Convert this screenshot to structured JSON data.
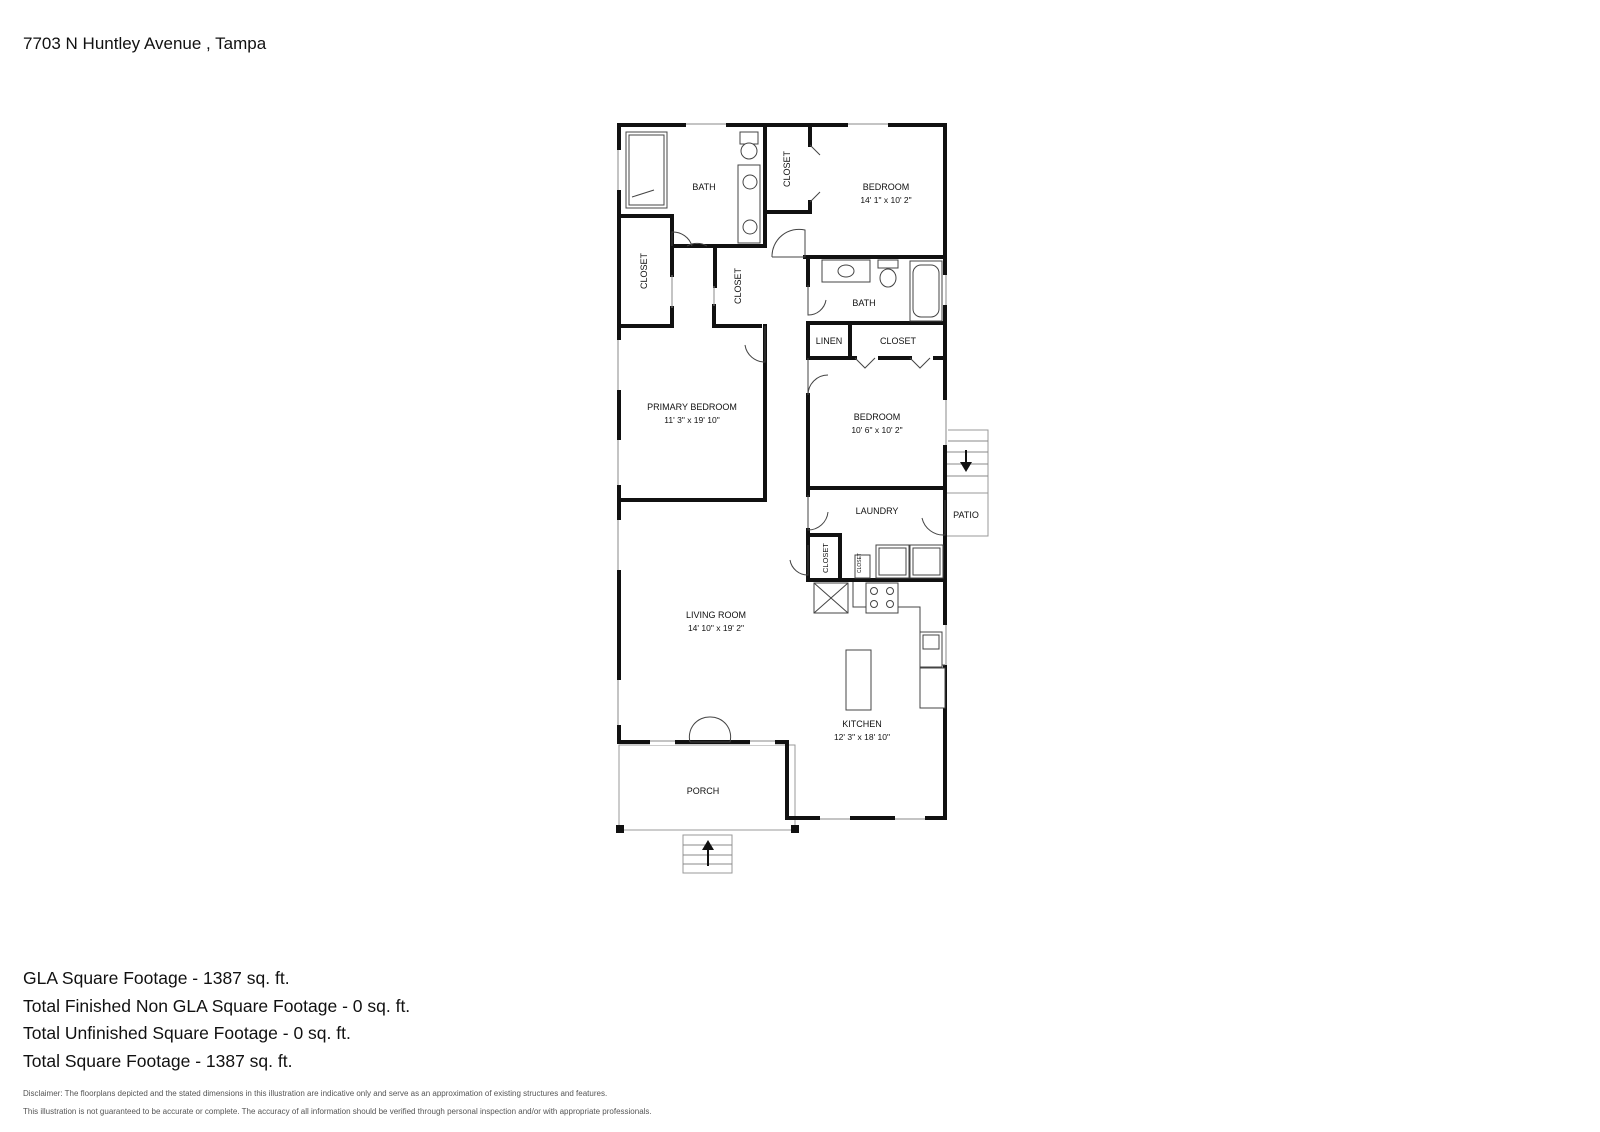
{
  "address": "7703 N Huntley Avenue , Tampa",
  "rooms": {
    "bath_primary": {
      "label": "BATH"
    },
    "closet_top": {
      "label": "CLOSET"
    },
    "bedroom_1": {
      "label": "BEDROOM",
      "dims": "14' 1\" x 10' 2\""
    },
    "closet_primary_a": {
      "label": "CLOSET"
    },
    "closet_primary_b": {
      "label": "CLOSET"
    },
    "bath_2": {
      "label": "BATH"
    },
    "linen": {
      "label": "LINEN"
    },
    "closet_hall": {
      "label": "CLOSET"
    },
    "primary_bedroom": {
      "label": "PRIMARY BEDROOM",
      "dims": "11' 3\" x 19' 10\""
    },
    "bedroom_2": {
      "label": "BEDROOM",
      "dims": "10' 6\" x 10' 2\""
    },
    "laundry": {
      "label": "LAUNDRY"
    },
    "patio": {
      "label": "PATIO"
    },
    "closet_laundry": {
      "label": "CLOSET"
    },
    "closet_small": {
      "label": "CLOSET"
    },
    "living_room": {
      "label": "LIVING ROOM",
      "dims": "14' 10\" x 19' 2\""
    },
    "kitchen": {
      "label": "KITCHEN",
      "dims": "12' 3\" x 18' 10\""
    },
    "porch": {
      "label": "PORCH"
    }
  },
  "stats": [
    "GLA Square Footage - 1387 sq. ft.",
    "Total Finished Non GLA Square Footage - 0 sq. ft.",
    "Total Unfinished Square Footage - 0 sq. ft.",
    "Total Square Footage - 1387 sq. ft."
  ],
  "disclaimer": [
    "Disclaimer: The floorplans depicted and the stated dimensions in this illustration are indicative only and serve as an approximation of existing structures and features.",
    "This illustration is not guaranteed to be accurate or complete. The accuracy of all information should be verified through personal inspection and/or with appropriate professionals."
  ]
}
